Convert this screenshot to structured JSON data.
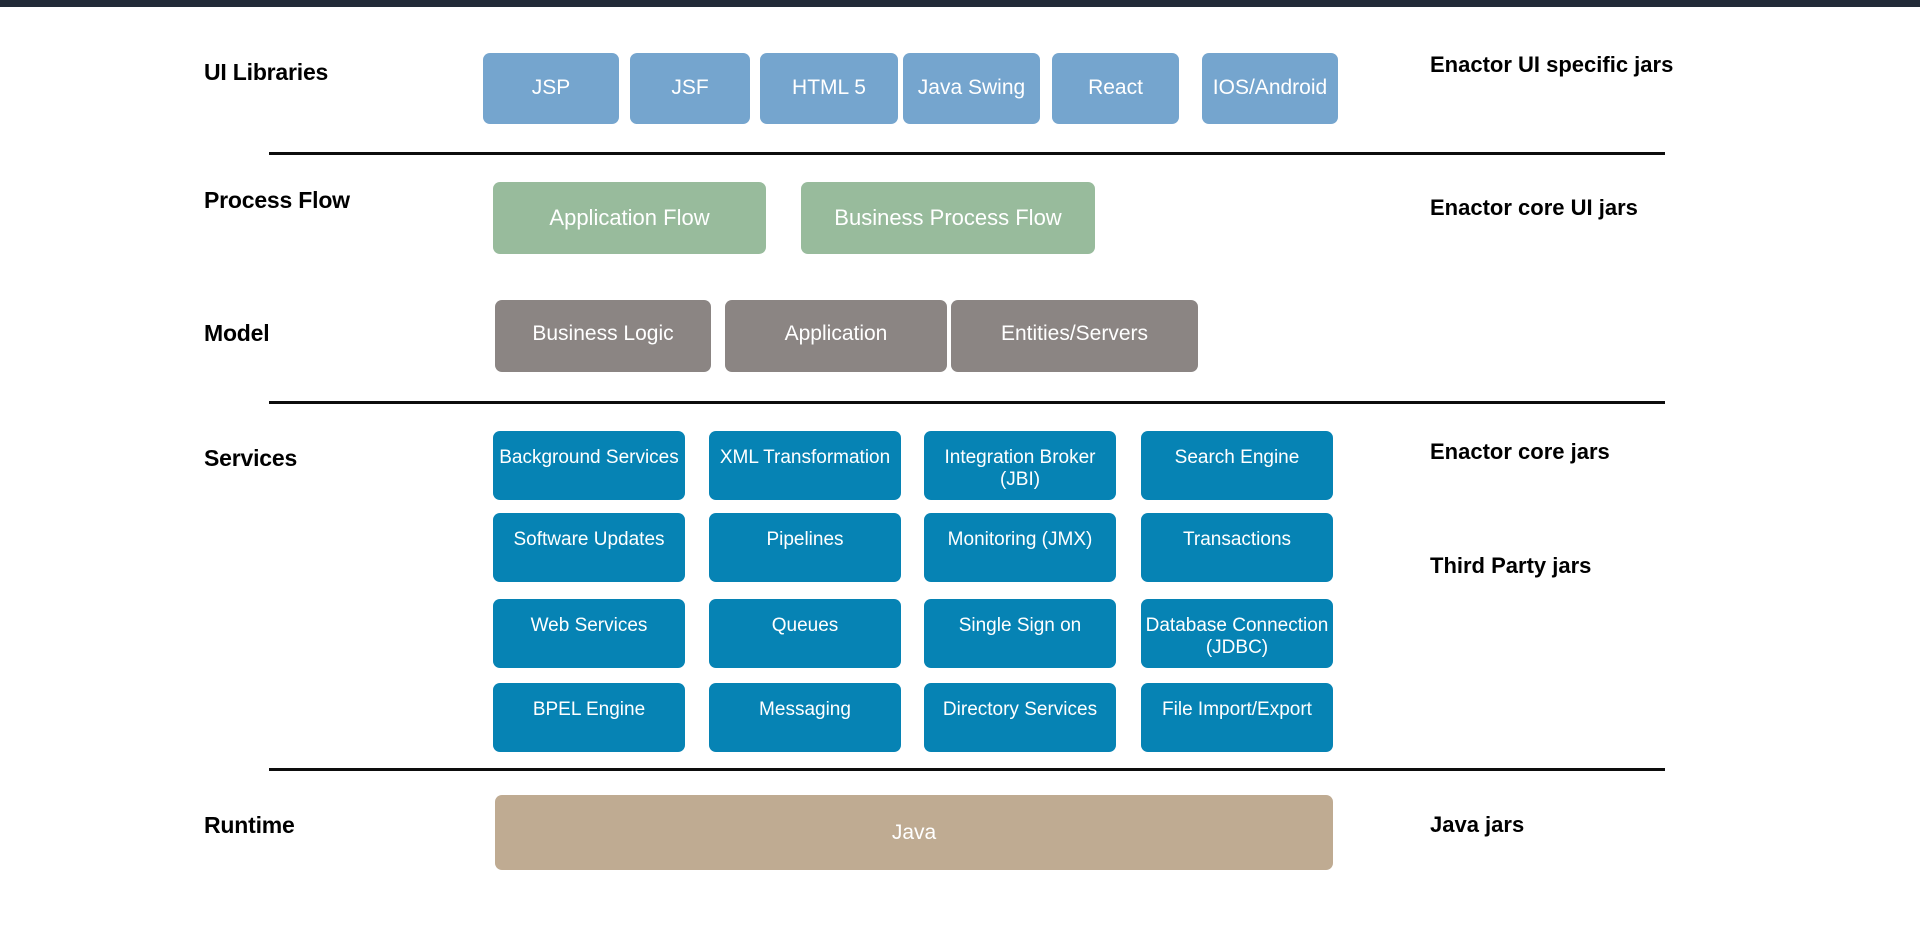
{
  "page": {
    "background": "#ffffff",
    "top_bar_color": "#222b38"
  },
  "colors": {
    "ui_libraries": "#75a5ce",
    "process_flow": "#98bb9c",
    "model": "#8b8583",
    "services": "#0683b4",
    "runtime": "#bfab92",
    "separator": "#0d0d0d",
    "text_on_tile": "#ffffff",
    "label_text": "#000000"
  },
  "rows": [
    {
      "key": "ui-libraries",
      "label": "UI Libraries",
      "tiles": [
        "JSP",
        "JSF",
        "HTML 5",
        "Java Swing",
        "React",
        "IOS/Android"
      ]
    },
    {
      "key": "process-flow",
      "label": "Process Flow",
      "tiles": [
        "Application Flow",
        "Business Process Flow"
      ]
    },
    {
      "key": "model",
      "label": "Model",
      "tiles": [
        "Business Logic",
        "Application",
        "Entities/Servers"
      ]
    },
    {
      "key": "services",
      "label": "Services",
      "tiles": [
        "Background Services",
        "XML Transformation",
        "Integration Broker (JBI)",
        "Search Engine",
        "Software Updates",
        "Pipelines",
        "Monitoring (JMX)",
        "Transactions",
        "Web Services",
        "Queues",
        "Single Sign on",
        "Database Connection (JDBC)",
        "BPEL Engine",
        "Messaging",
        "Directory Services",
        "File Import/Export"
      ]
    },
    {
      "key": "runtime",
      "label": "Runtime",
      "tiles": [
        "Java"
      ]
    }
  ],
  "jar_labels": [
    "Enactor UI specific jars",
    "Enactor core UI jars",
    "Enactor core jars",
    "Third Party jars",
    "Java jars"
  ]
}
